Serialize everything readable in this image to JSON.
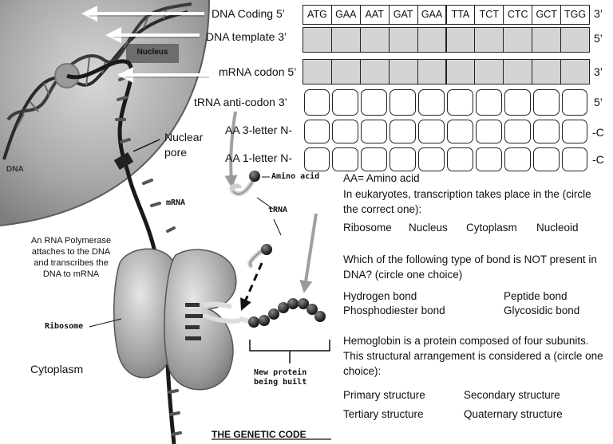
{
  "labels": {
    "dna_coding": "DNA Coding",
    "dna_template": "DNA template",
    "mrna_codon": "mRNA codon",
    "trna_anticodon": "tRNA anti-codon",
    "aa3": "AA 3-letter N-",
    "aa1": "AA 1-letter N-",
    "five_prime": "5’",
    "three_prime": "3’",
    "c_term": "-C"
  },
  "codons": [
    "ATG",
    "GAA",
    "AAT",
    "GAT",
    "GAA",
    "TTA",
    "TCT",
    "CTC",
    "GCT",
    "TGG"
  ],
  "diagram": {
    "nucleus": "Nucleus",
    "dna": "DNA",
    "nuclear_pore": "Nuclear\npore",
    "mrna": "mRNA",
    "amino_acid": "Amino acid",
    "trna": "tRNA",
    "polymerase_note": "An RNA Polymerase\nattaches to the DNA\nand transcribes the\nDNA to mRNA",
    "ribosome": "Ribosome",
    "cytoplasm": "Cytoplasm",
    "new_protein": "New protein\nbeing built",
    "caption": "THE GENETIC CODE"
  },
  "questions": {
    "aa_def": "AA= Amino acid",
    "q1": "In eukaryotes, transcription takes place in the (circle the correct one):",
    "q1_options": [
      "Ribosome",
      "Nucleus",
      "Cytoplasm",
      "Nucleoid"
    ],
    "q2": "Which of the following type of bond is NOT present in DNA? (circle one choice)",
    "q2_options": [
      "Hydrogen bond",
      "Peptide bond",
      "Phosphodiester bond",
      "Glycosidic bond"
    ],
    "q3": "Hemoglobin is a protein composed of four subunits. This structural arrangement is considered a (circle one choice):",
    "q3_options": [
      "Primary structure",
      "Secondary structure",
      "Tertiary structure",
      "Quaternary structure"
    ]
  }
}
